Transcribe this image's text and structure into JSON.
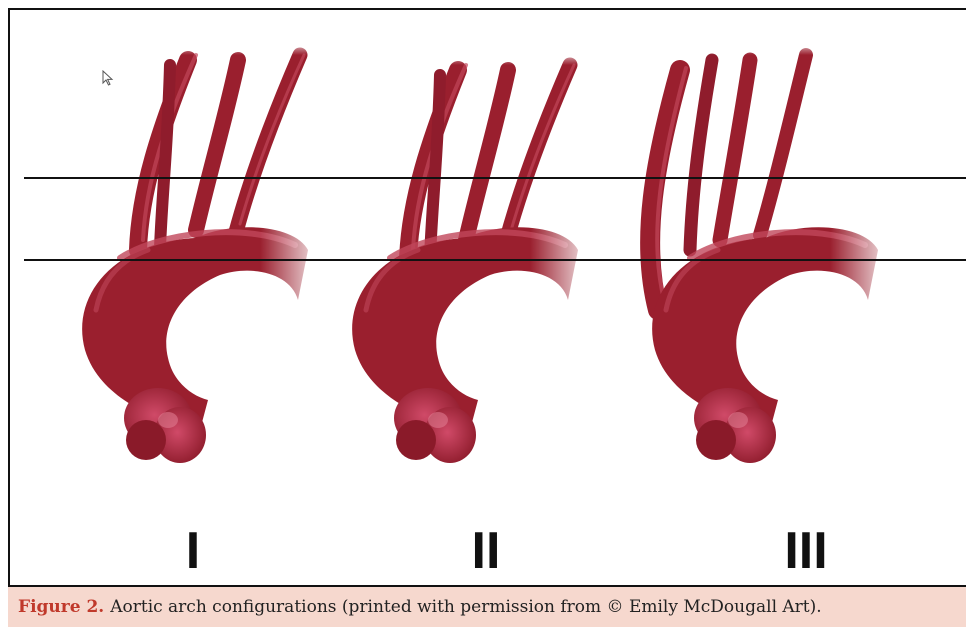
{
  "figure": {
    "type_labels": [
      "I",
      "II",
      "III"
    ],
    "artery_color": "#9a1f2e",
    "line_color": "#111111"
  },
  "caption": {
    "label": "Figure 2.",
    "text": "Aortic arch configurations (printed with permission from © Emily McDougall Art).",
    "label_color": "#c0392b",
    "background": "#f6d8ce"
  },
  "icons": [
    "cursor-arrow-icon"
  ]
}
